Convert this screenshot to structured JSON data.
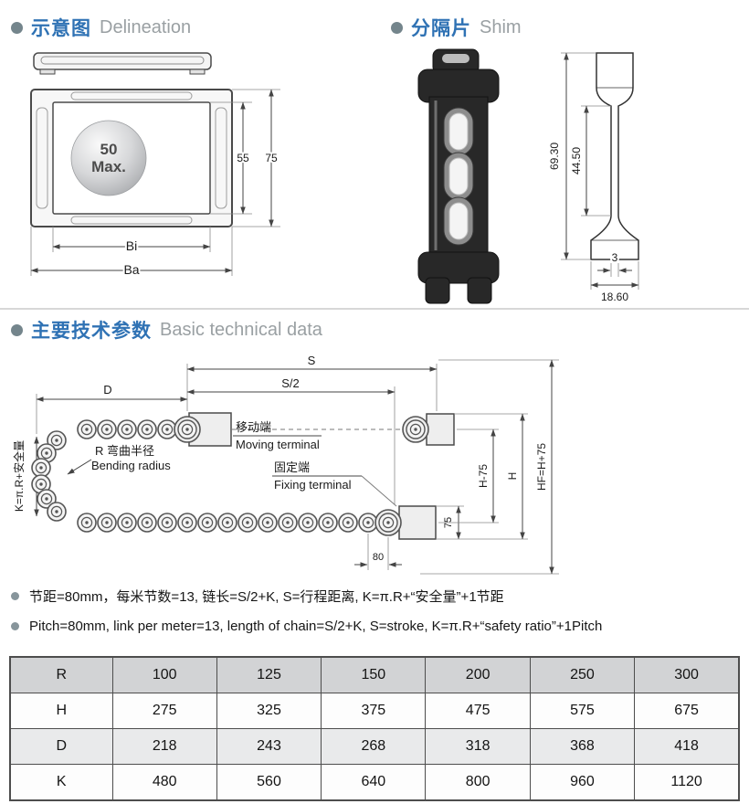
{
  "sections": {
    "delineation": {
      "title_zh": "示意图",
      "title_en": "Delineation"
    },
    "shim": {
      "title_zh": "分隔片",
      "title_en": "Shim"
    },
    "tech": {
      "title_zh": "主要技术参数",
      "title_en": "Basic technical data"
    }
  },
  "delineation": {
    "max_line1": "50",
    "max_line2": "Max.",
    "dim_inner_height": "55",
    "dim_outer_height": "75",
    "dim_inner_width": "Bi",
    "dim_outer_width": "Ba"
  },
  "shim": {
    "dim_height": "69.30",
    "dim_waist_height": "44.50",
    "dim_thickness": "3",
    "dim_foot_width": "18.60"
  },
  "chain": {
    "dim_s": "S",
    "dim_s_half": "S/2",
    "dim_d": "D",
    "moving_zh": "移动端",
    "moving_en": "Moving terminal",
    "fixing_zh": "固定端",
    "fixing_en": "Fixing terminal",
    "bending_zh": "R 弯曲半径",
    "bending_en": "Bending radius",
    "k_formula": "K=π.R+安全量",
    "dim_h_minus_75": "H-75",
    "dim_h": "H",
    "dim_hf": "HF=H+75",
    "dim_75": "75",
    "dim_80": "80"
  },
  "notes": [
    {
      "text": "节距=80mm，每米节数=13, 链长=S/2+K, S=行程距离, K=π.R+“安全量”+1节距"
    },
    {
      "text": "Pitch=80mm, link per meter=13, length of chain=S/2+K, S=stroke, K=π.R+“safety ratio”+1Pitch"
    }
  ],
  "table": {
    "rows": [
      {
        "label": "R",
        "values": [
          "100",
          "125",
          "150",
          "200",
          "250",
          "300"
        ]
      },
      {
        "label": "H",
        "values": [
          "275",
          "325",
          "375",
          "475",
          "575",
          "675"
        ]
      },
      {
        "label": "D",
        "values": [
          "218",
          "243",
          "268",
          "318",
          "368",
          "418"
        ]
      },
      {
        "label": "K",
        "values": [
          "480",
          "560",
          "640",
          "800",
          "960",
          "1120"
        ]
      }
    ]
  },
  "colors": {
    "title_blue": "#2f72b4",
    "subtitle_gray": "#9aa0a3",
    "bullet_gray": "#74858c"
  }
}
